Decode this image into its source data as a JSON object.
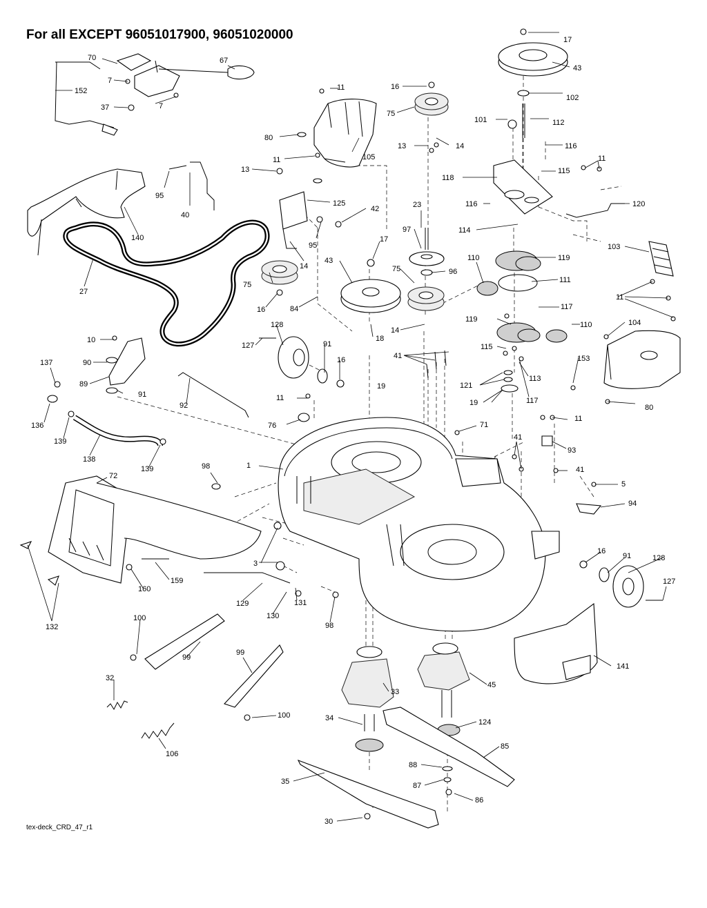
{
  "title": "For all EXCEPT 96051017900, 96051020000",
  "footer": "tex-deck_CRD_47_r1",
  "labels": [
    "17",
    "43",
    "102",
    "112",
    "101",
    "116",
    "115",
    "11",
    "118",
    "120",
    "116",
    "114",
    "103",
    "119",
    "110",
    "111",
    "117",
    "119",
    "110",
    "11",
    "115",
    "104",
    "113",
    "153",
    "121",
    "117",
    "19",
    "80",
    "16",
    "75",
    "14",
    "13",
    "11",
    "105",
    "80",
    "11",
    "67",
    "70",
    "7",
    "152",
    "37",
    "7",
    "95",
    "40",
    "140",
    "27",
    "13",
    "125",
    "42",
    "95",
    "14",
    "75",
    "16",
    "84",
    "23",
    "97",
    "17",
    "43",
    "96",
    "75",
    "18",
    "14",
    "41",
    "19",
    "128",
    "91",
    "16",
    "127",
    "10",
    "90",
    "137",
    "89",
    "91",
    "136",
    "139",
    "92",
    "138",
    "139",
    "11",
    "76",
    "71",
    "93",
    "41",
    "11",
    "41",
    "5",
    "94",
    "98",
    "1",
    "72",
    "3",
    "16",
    "91",
    "128",
    "127",
    "159",
    "160",
    "129",
    "130",
    "131",
    "98",
    "132",
    "141",
    "100",
    "99",
    "99",
    "33",
    "45",
    "100",
    "32",
    "106",
    "34",
    "124",
    "85",
    "35",
    "88",
    "87",
    "86",
    "30"
  ]
}
